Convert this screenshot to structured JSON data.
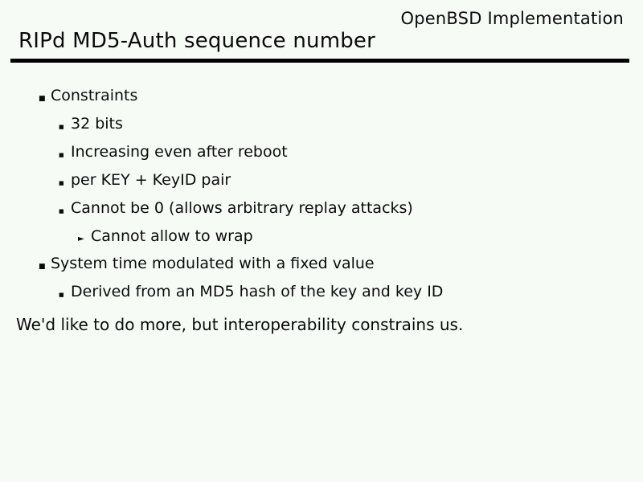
{
  "slide": {
    "header_label": "OpenBSD Implementation",
    "title": "RIPd MD5-Auth sequence number",
    "bullets": [
      {
        "level": 1,
        "text": "Constraints"
      },
      {
        "level": 2,
        "text": "32 bits"
      },
      {
        "level": 2,
        "text": "Increasing even after reboot"
      },
      {
        "level": 2,
        "text": "per KEY + KeyID pair"
      },
      {
        "level": 2,
        "text": "Cannot be 0 (allows arbitrary replay attacks)"
      },
      {
        "level": 3,
        "text": "Cannot allow to wrap"
      },
      {
        "level": 1,
        "text": "System time modulated with a fixed value"
      },
      {
        "level": 2,
        "text": "Derived from an MD5 hash of the key and key ID"
      }
    ],
    "bullet_glyphs": {
      "level1": "■",
      "level2": "■",
      "level3": "►"
    },
    "footer_text": "We'd like to do more, but interoperability constrains us.",
    "colors": {
      "background": "#f6fbf6",
      "text": "#0b0b0b",
      "rule": "#000000"
    }
  }
}
